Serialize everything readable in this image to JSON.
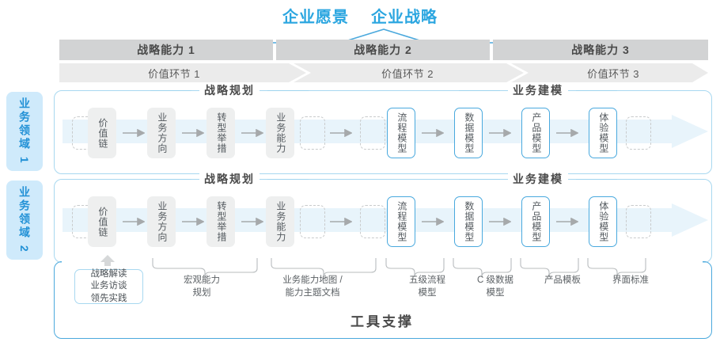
{
  "header": {
    "titles": [
      "企业愿景",
      "企业战略"
    ],
    "accent_color": "#2ba6e0"
  },
  "capabilities": [
    {
      "label": "战略能力 1"
    },
    {
      "label": "战略能力 2"
    },
    {
      "label": "战略能力 3"
    }
  ],
  "value_chain": [
    {
      "label": "价值环节 1"
    },
    {
      "label": "价值环节 2"
    },
    {
      "label": "价值环节 3"
    }
  ],
  "domains": [
    {
      "label": "业务领域 1"
    },
    {
      "label": "业务领域 2"
    }
  ],
  "sections": [
    {
      "title": "战略规划"
    },
    {
      "title": "业务建模"
    }
  ],
  "nodes": {
    "planning": [
      "价值链",
      "业务方向",
      "转型举措",
      "业务能力"
    ],
    "modeling": [
      "流程模型",
      "数据模型",
      "产品模型",
      "体验模型"
    ]
  },
  "tools": {
    "first_box": "战略解读\n业务访谈\n领先实践",
    "first_box_lines": [
      "战略解读",
      "业务访谈",
      "领先实践"
    ],
    "labels": [
      {
        "lines": [
          "宏观能力",
          "规划"
        ]
      },
      {
        "lines": [
          "业务能力地图 /",
          "能力主题文档"
        ]
      },
      {
        "lines": [
          "五级流程",
          "模型"
        ]
      },
      {
        "lines": [
          "C 级数据",
          "模型"
        ]
      },
      {
        "lines": [
          "产品模板"
        ]
      },
      {
        "lines": [
          "界面标准"
        ]
      }
    ],
    "support_title": "工具支撑"
  },
  "colors": {
    "accent_blue": "#2ba6e0",
    "node_blue_border": "#49a9de",
    "cap_bar_gray": "#d2d3d4",
    "vc_bar_gray": "#ebebeb",
    "node_gray": "#eeefef",
    "band_blue": "#e8f4fb",
    "domain_tag_bg": "#cfeafb"
  }
}
